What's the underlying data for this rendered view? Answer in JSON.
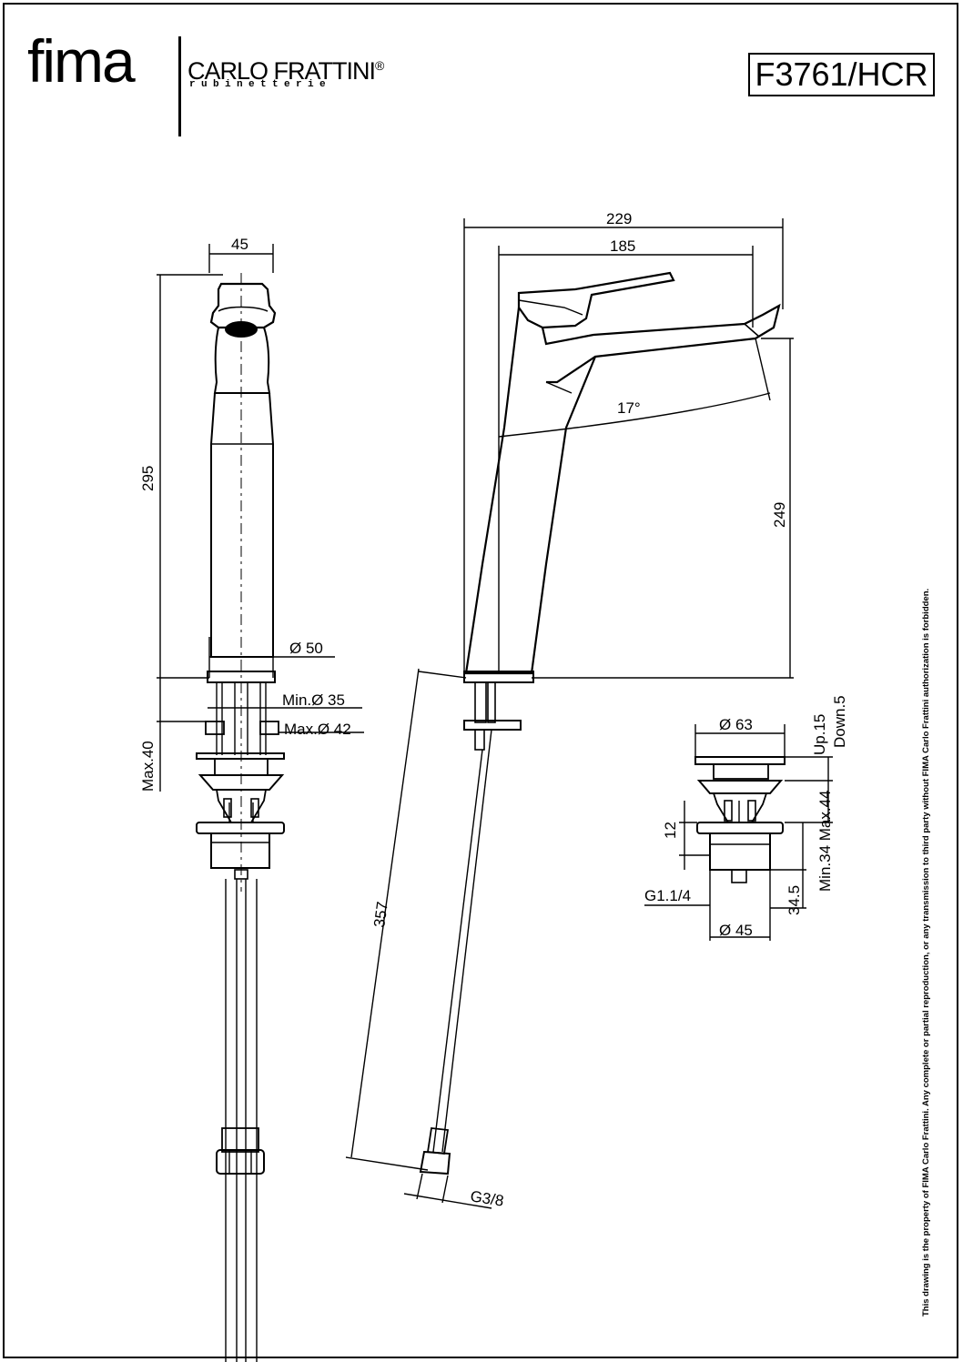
{
  "header": {
    "brand": "fima",
    "maker": "CARLO FRATTINI",
    "maker_mark": "®",
    "tagline": "rubinetterie",
    "model": "F3761/HCR"
  },
  "copyright_note": "This drawing is the property of FIMA Carlo Frattini. Any complete or partial reproduction, or any transmission to third party without FIMA Carlo Frattini authorization is forbidden.",
  "dimensions": {
    "front_width": "45",
    "front_height": "295",
    "base_diameter": "Ø 50",
    "min_hole": "Min.Ø 35",
    "max_hole": "Max.Ø 42",
    "max_thickness": "Max.40",
    "side_total_depth": "229",
    "side_spout_reach": "185",
    "lever_angle": "17°",
    "spout_height": "249",
    "hose_length": "357",
    "hose_thread": "G3/8",
    "waste_diameter": "Ø 63",
    "waste_up": "Up.15",
    "waste_down": "Down.5",
    "waste_flange": "12",
    "waste_min_max": "Min.34 Max.44",
    "waste_thread": "G1.1/4",
    "waste_body_height": "34.5",
    "waste_body_diameter": "Ø 45"
  }
}
